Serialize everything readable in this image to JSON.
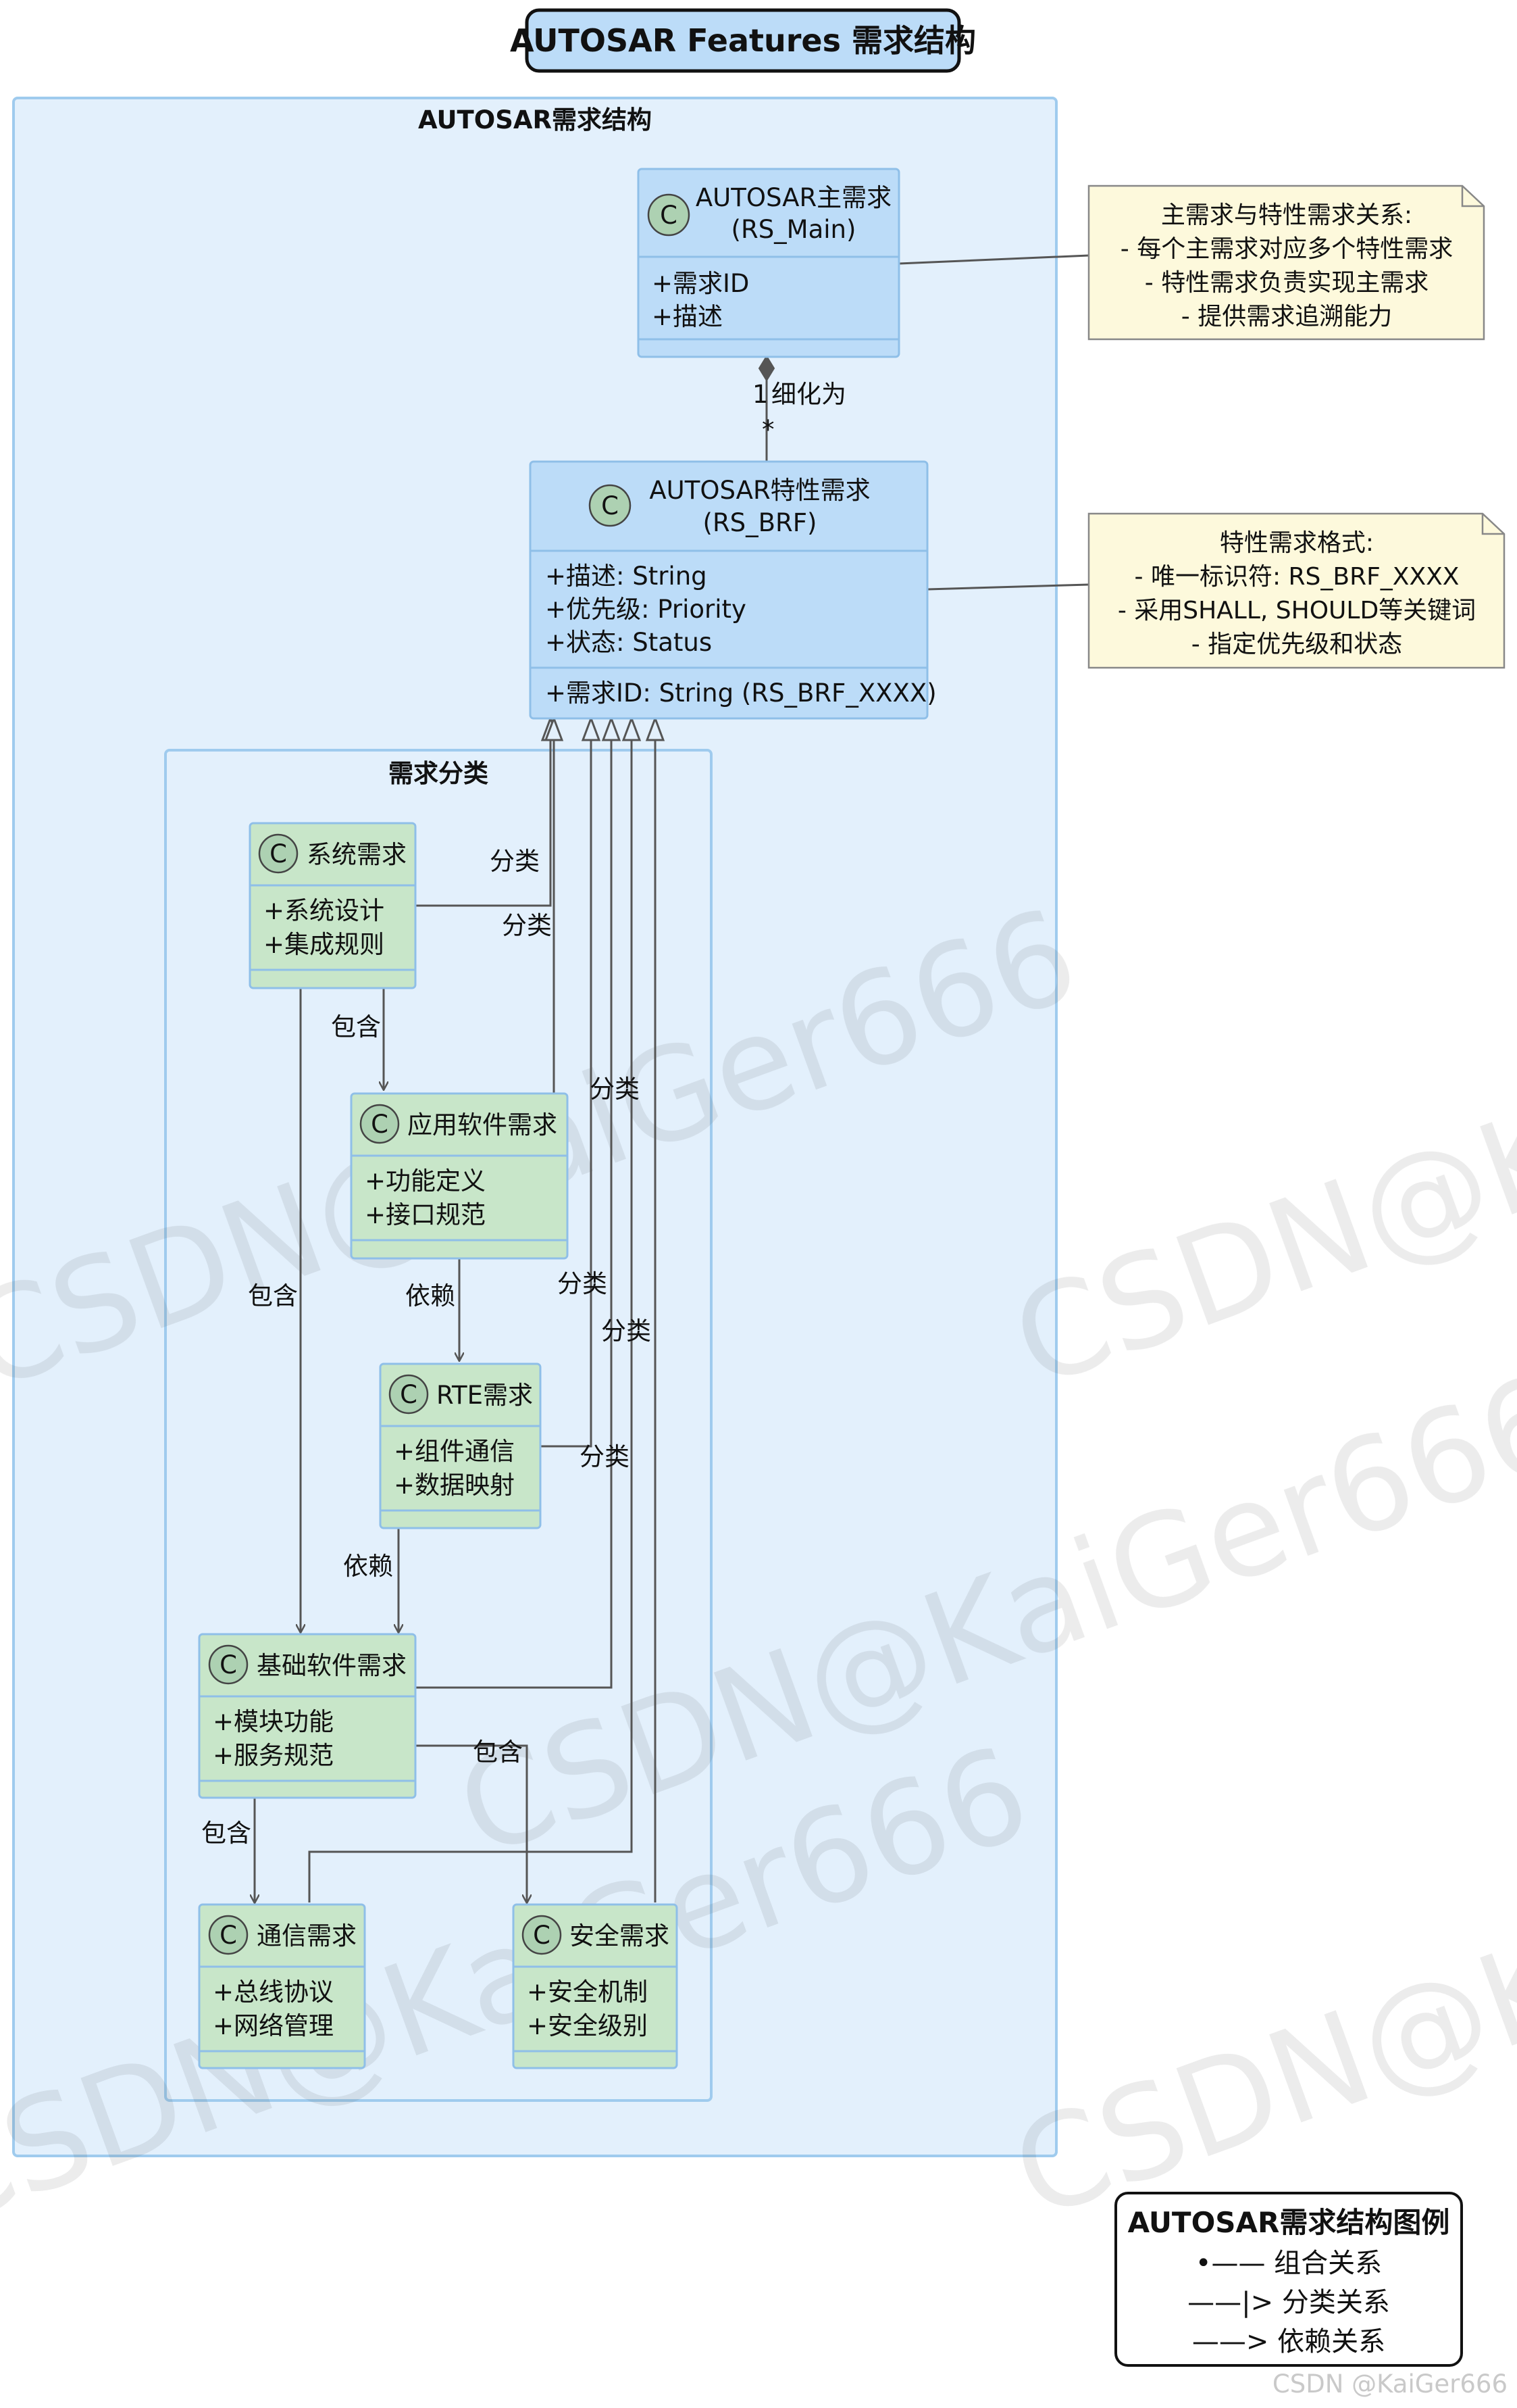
{
  "title": "AUTOSAR Features 需求结构",
  "packages": {
    "outer": "AUTOSAR需求结构",
    "inner": "需求分类"
  },
  "classes": {
    "main": {
      "stereotype": "C",
      "title_line1": "AUTOSAR主需求",
      "title_line2": "(RS_Main)",
      "attributes": [
        "+需求ID",
        "+描述"
      ]
    },
    "feature": {
      "stereotype": "C",
      "title_line1": "AUTOSAR特性需求",
      "title_line2": "(RS_BRF)",
      "attributes": [
        "+描述: String",
        "+优先级: Priority",
        "+状态: Status"
      ],
      "methods": [
        "+需求ID: String (RS_BRF_XXXX)"
      ]
    },
    "system": {
      "stereotype": "C",
      "title": "系统需求",
      "attributes": [
        "+系统设计",
        "+集成规则"
      ]
    },
    "app": {
      "stereotype": "C",
      "title": "应用软件需求",
      "attributes": [
        "+功能定义",
        "+接口规范"
      ]
    },
    "rte": {
      "stereotype": "C",
      "title": "RTE需求",
      "attributes": [
        "+组件通信",
        "+数据映射"
      ]
    },
    "bsw": {
      "stereotype": "C",
      "title": "基础软件需求",
      "attributes": [
        "+模块功能",
        "+服务规范"
      ]
    },
    "comm": {
      "stereotype": "C",
      "title": "通信需求",
      "attributes": [
        "+总线协议",
        "+网络管理"
      ]
    },
    "safety": {
      "stereotype": "C",
      "title": "安全需求",
      "attributes": [
        "+安全机制",
        "+安全级别"
      ]
    }
  },
  "relations": {
    "composition": {
      "label": "细化为",
      "mult_from": "1",
      "mult_to": "*"
    },
    "classify_label": "分类",
    "include_label": "包含",
    "depend_label": "依赖"
  },
  "notes": {
    "note1": [
      "主需求与特性需求关系:",
      "- 每个主需求对应多个特性需求",
      "- 特性需求负责实现主需求",
      "- 提供需求追溯能力"
    ],
    "note2": [
      "特性需求格式:",
      "- 唯一标识符: RS_BRF_XXXX",
      "- 采用SHALL, SHOULD等关键词",
      "- 指定优先级和状态"
    ]
  },
  "legend": {
    "title": "AUTOSAR需求结构图例",
    "items": [
      "•—— 组合关系",
      "——|> 分类关系",
      "——> 依赖关系"
    ]
  },
  "watermark": "CSDN@KaiGer666",
  "credit": "CSDN @KaiGer666",
  "colors": {
    "package_fill": "#e3f0fc",
    "package_border": "#9fcbee",
    "class_blue": "#bcdcf8",
    "class_green": "#c8e6c9",
    "note_fill": "#fdf9dc",
    "line": "#555555",
    "stereo_circle": "#add1b2"
  }
}
